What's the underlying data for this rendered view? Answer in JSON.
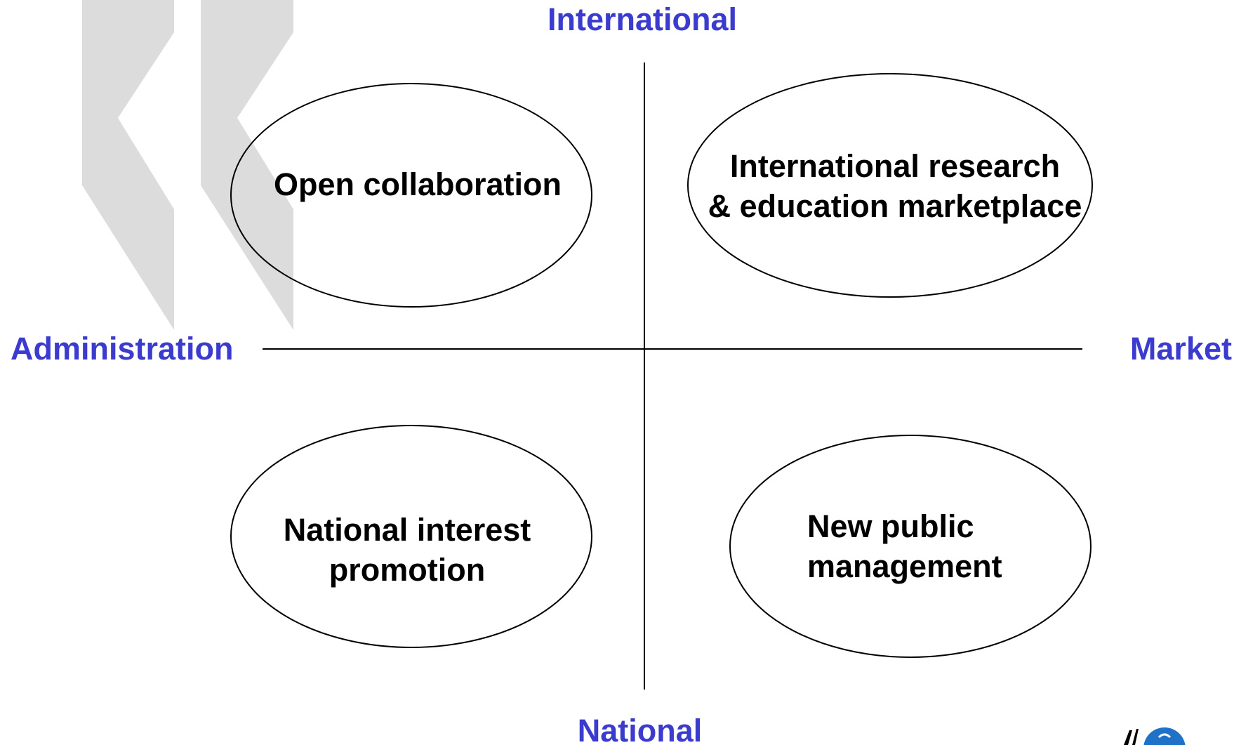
{
  "axes": {
    "top": "International",
    "bottom": "National",
    "left": "Administration",
    "right": "Market"
  },
  "quadrants": {
    "top_left": {
      "lines": [
        "Open collaboration"
      ]
    },
    "top_right": {
      "lines": [
        "International research",
        "& education marketplace"
      ]
    },
    "bottom_left": {
      "lines": [
        "National interest",
        "promotion"
      ]
    },
    "bottom_right": {
      "lines": [
        "New public",
        "management"
      ]
    }
  },
  "colors": {
    "axis_label": "#3b3bd0",
    "text": "#000000",
    "lines": "#000000",
    "watermark": "#dcdcdc",
    "logo": "#1e73c8"
  },
  "icons": {
    "watermark": "double-chevron-left-icon",
    "logo": "organization-logo-icon"
  }
}
